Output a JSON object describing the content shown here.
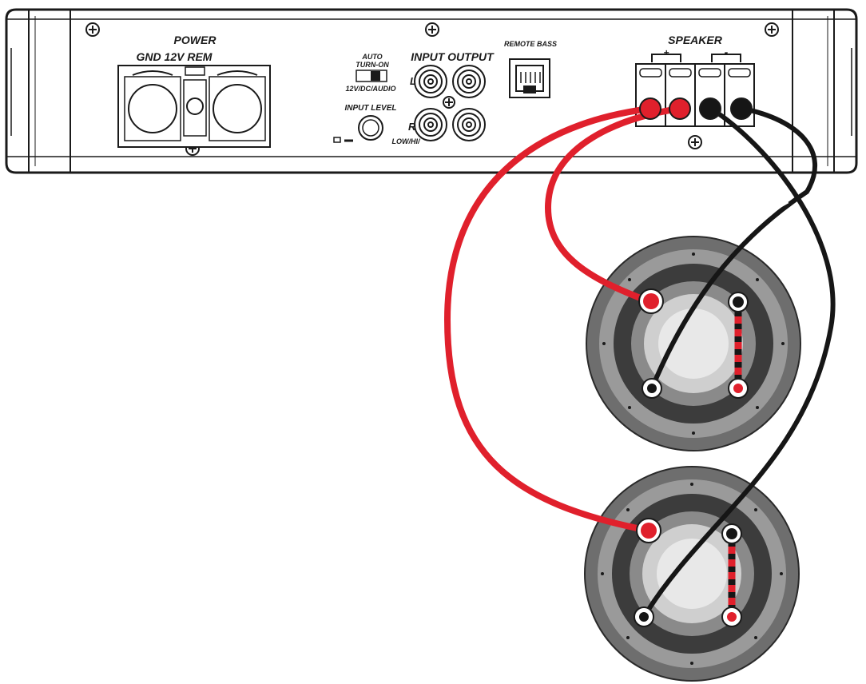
{
  "amplifier": {
    "power_label": "POWER",
    "power_terminals_label": "GND 12V REM",
    "auto_turn_on_label_line1": "AUTO",
    "auto_turn_on_label_line2": "TURN-ON",
    "auto_turn_on_modes": "12V/DC/AUDIO",
    "input_level_label": "INPUT LEVEL",
    "input_output_label": "INPUT OUTPUT",
    "channel_left_label": "L",
    "channel_right_label": "R",
    "low_hi_label": "LOW/HI/",
    "remote_bass_label": "REMOTE BASS",
    "speaker_label": "SPEAKER",
    "speaker_plus_label": "+",
    "speaker_minus_label": "-"
  },
  "colors": {
    "positive_wire": "#e0202c",
    "negative_wire": "#161616",
    "panel_stroke": "#1a1a1a",
    "speaker_outer": "#6e6e6e",
    "speaker_ring": "#9a9a9a",
    "speaker_dark": "#3c3c3c",
    "speaker_cone": "#cfcfcf",
    "speaker_cap": "#e8e8e8"
  },
  "icons": {
    "screw": "screw-icon",
    "rca": "rca-jack-icon",
    "rj": "rj-port-icon"
  }
}
